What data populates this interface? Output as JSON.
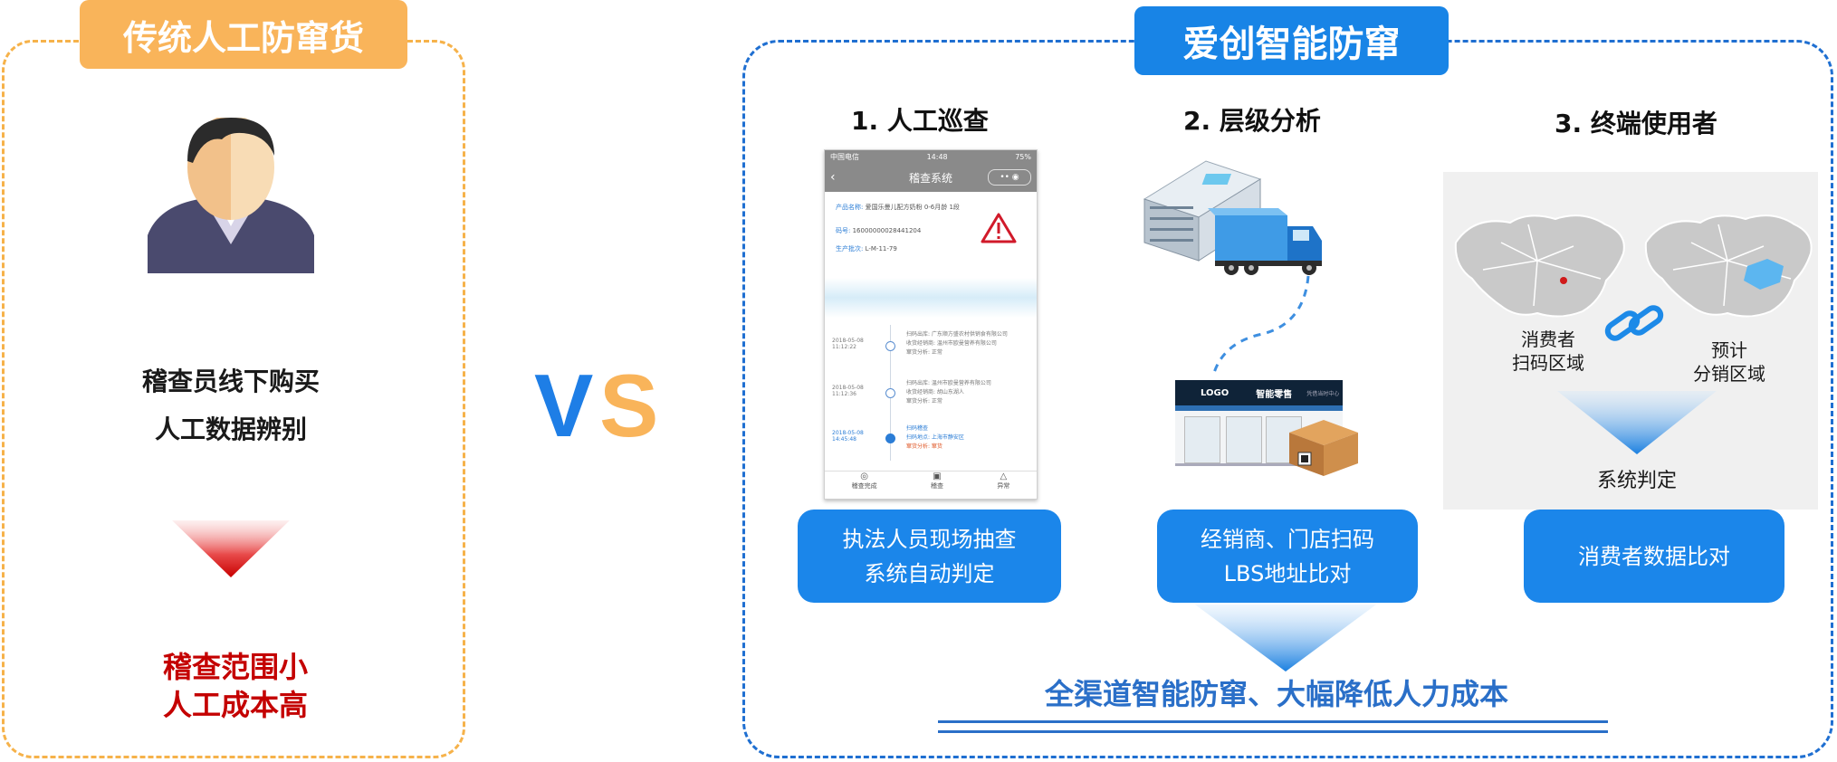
{
  "left": {
    "title": "传统人工防窜货",
    "line1": "稽查员线下购买",
    "line2": "人工数据辨别",
    "result1": "稽查范围小",
    "result2": "人工成本高"
  },
  "vs": {
    "v": "V",
    "s": "S"
  },
  "right": {
    "title": "爱创智能防窜",
    "steps": [
      {
        "label": "1. 人工巡查",
        "box1": "执法人员现场抽查",
        "box2": "系统自动判定"
      },
      {
        "label": "2. 层级分析",
        "box1": "经销商、门店扫码",
        "box2": "LBS地址比对"
      },
      {
        "label": "3. 终端使用者",
        "box1": "消费者数据比对"
      }
    ],
    "phone": {
      "status": "中国电信",
      "time": "14:48",
      "battery": "75%",
      "header": "稽查系统",
      "fields": [
        {
          "k": "产品名称:",
          "v": "爱国乐曼儿配方奶粉 0-6月龄 1段"
        },
        {
          "k": "码号:",
          "v": "1600000002844120​4"
        },
        {
          "k": "生产批次:",
          "v": "L-M-11-79"
        }
      ],
      "timeline": [
        {
          "date": "2018-05-08",
          "time": "11:12:22",
          "l1": "扫码出库: 广东顺方盛农村供销食有限公司",
          "l2": "收货经销商: 温州市欧曼营养有限公司",
          "l3": "窜货分析: 正常"
        },
        {
          "date": "2018-05-08",
          "time": "11:12:36",
          "l1": "扫码出库: 温州市欧曼营养有限公司",
          "l2": "收货经销商: 胡山东湖人",
          "l3": "窜货分析: 正常"
        },
        {
          "date": "2018-05-08",
          "time": "14:45:48",
          "l1": "扫码稽查",
          "l2": "扫码地点: 上海市静安区",
          "l3": "窜货分析: 窜货"
        }
      ],
      "tabs": [
        "稽查完成",
        "稽查",
        "异常"
      ]
    },
    "store": {
      "logo": "LOGO",
      "name": "智能零售",
      "sub": "凭借当时中心"
    },
    "map": {
      "consumer1": "消费者",
      "consumer2": "扫码区域",
      "forecast1": "预计",
      "forecast2": "分销区域",
      "judge": "系统判定"
    },
    "footer": "全渠道智能防窜、大幅降低人力成本"
  },
  "colors": {
    "orange": "#f9b45a",
    "blue": "#1884e6",
    "red": "#c40000",
    "footerBlue": "#2a6fc8"
  }
}
